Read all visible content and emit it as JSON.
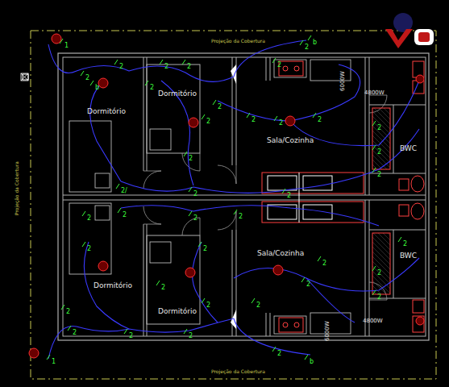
{
  "diagram": {
    "nodes": [
      {
        "text": [
          "Dormitório"
        ]
      },
      {
        "text": [
          "Dormitório"
        ]
      },
      {
        "text": [
          "Sala/Cozinha"
        ]
      },
      {
        "text": [
          "BWC"
        ]
      },
      {
        "text": [
          "Dormitório"
        ]
      },
      {
        "text": [
          "Dormitório"
        ]
      },
      {
        "text": [
          "Sala/Cozinha"
        ]
      },
      {
        "text": [
          "BWC"
        ]
      }
    ],
    "labels": [
      "Projeção da Cobertura",
      "Projeção da Cobertura",
      "Projeção da Cobertura",
      "4800W",
      "6000W",
      "4800W",
      "6000W",
      "2",
      "2",
      "2",
      "2",
      "2",
      "2",
      "b",
      "1",
      "b",
      "2",
      "2",
      "2",
      "2",
      "2",
      "2",
      "2",
      "2",
      "2",
      "2",
      "2/",
      "2",
      "2",
      "2",
      "2",
      "2",
      "2",
      "2",
      "2",
      "2",
      "2",
      "2",
      "2",
      "2",
      "2",
      "2",
      "b",
      "1",
      "2",
      "2",
      "2",
      "2",
      "2",
      "2"
    ]
  }
}
